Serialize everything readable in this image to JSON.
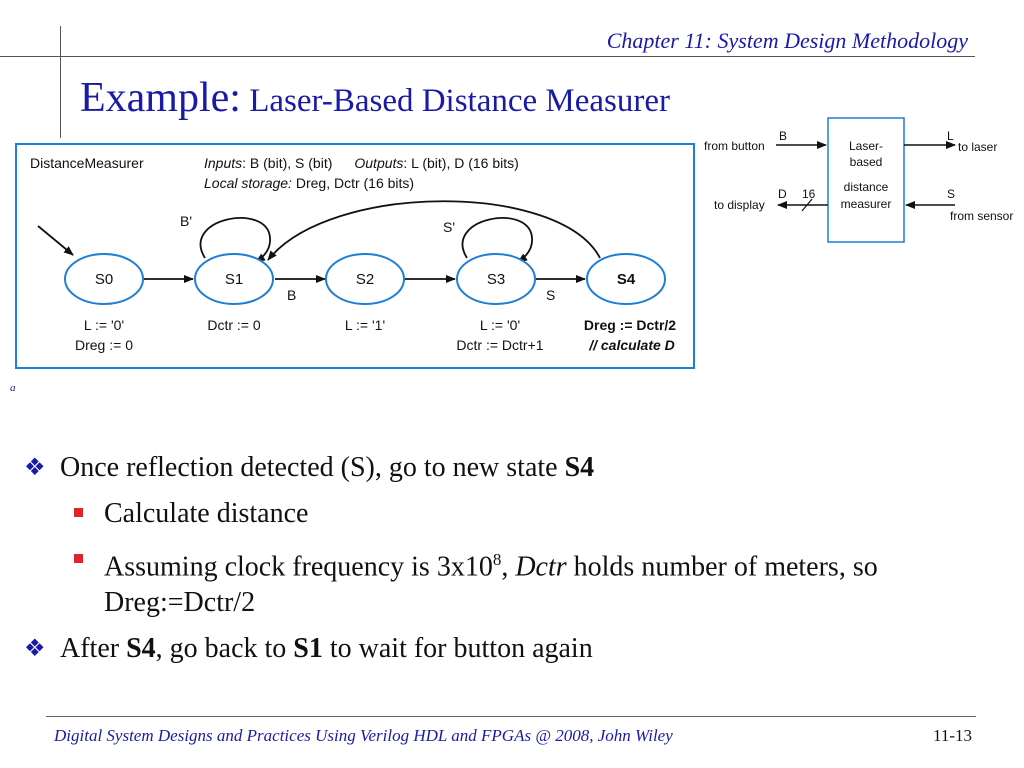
{
  "header": {
    "chapter_label": "Chapter 11",
    "chapter_subtitle": ": System Design Methodology",
    "title_main": "Example:",
    "title_sub": " Laser-Based Distance Measurer"
  },
  "fsm": {
    "name": "DistanceMeasurer",
    "inputs_label": "Inputs",
    "inputs_value": ": B (bit), S (bit)",
    "outputs_label": "Outputs",
    "outputs_value": ": L (bit), D (16 bits)",
    "storage_label": "Local storage:",
    "storage_value": " Dreg, Dctr (16 bits)",
    "states": [
      {
        "name": "S0",
        "bold": false,
        "actions": [
          "L := '0'",
          "Dreg := 0"
        ]
      },
      {
        "name": "S1",
        "bold": false,
        "actions": [
          "Dctr := 0"
        ]
      },
      {
        "name": "S2",
        "bold": false,
        "actions": [
          "L := '1'"
        ]
      },
      {
        "name": "S3",
        "bold": false,
        "actions": [
          "L := '0'",
          "Dctr := Dctr+1"
        ]
      },
      {
        "name": "S4",
        "bold": true,
        "actions": [
          "Dreg := Dctr/2",
          "// calculate D"
        ]
      }
    ],
    "transitions": {
      "s1_self": "B'",
      "s1_to_s2": "B",
      "s3_self": "S'",
      "s3_to_s4": "S"
    }
  },
  "block": {
    "label_line1": "Laser-",
    "label_line2": "based",
    "label_line3": "distance",
    "label_line4": "measurer",
    "in_b_port": "B",
    "in_b_desc": "from button",
    "out_l_port": "L",
    "out_l_desc": "to laser",
    "out_d_port": "D",
    "out_d_width": "16",
    "out_d_desc": "to display",
    "in_s_port": "S",
    "in_s_desc": "from sensor"
  },
  "footnote_mark": "a",
  "bullets": {
    "b1_text": "Once reflection detected (S), go to new state ",
    "b1_bold": "S4",
    "b1a_text": "Calculate distance",
    "b1b_pre": "Assuming clock frequency is 3x10",
    "b1b_sup": "8",
    "b1b_comma": ", ",
    "b1b_ital": "Dctr",
    "b1b_post": " holds number of meters, so Dreg:=Dctr/2",
    "b2_pre": "After ",
    "b2_bold1": "S4",
    "b2_mid": ", go back to ",
    "b2_bold2": "S1",
    "b2_post": " to wait for button again"
  },
  "footer": {
    "left": "Digital System Designs and Practices Using Verilog HDL and FPGAs @ 2008, John Wiley",
    "right": "11-13"
  },
  "colors": {
    "accent": "#1a1aa8",
    "state_border": "#1f7fd6",
    "frame_border": "#1f7fd6",
    "bullet_square": "#e0242a"
  }
}
